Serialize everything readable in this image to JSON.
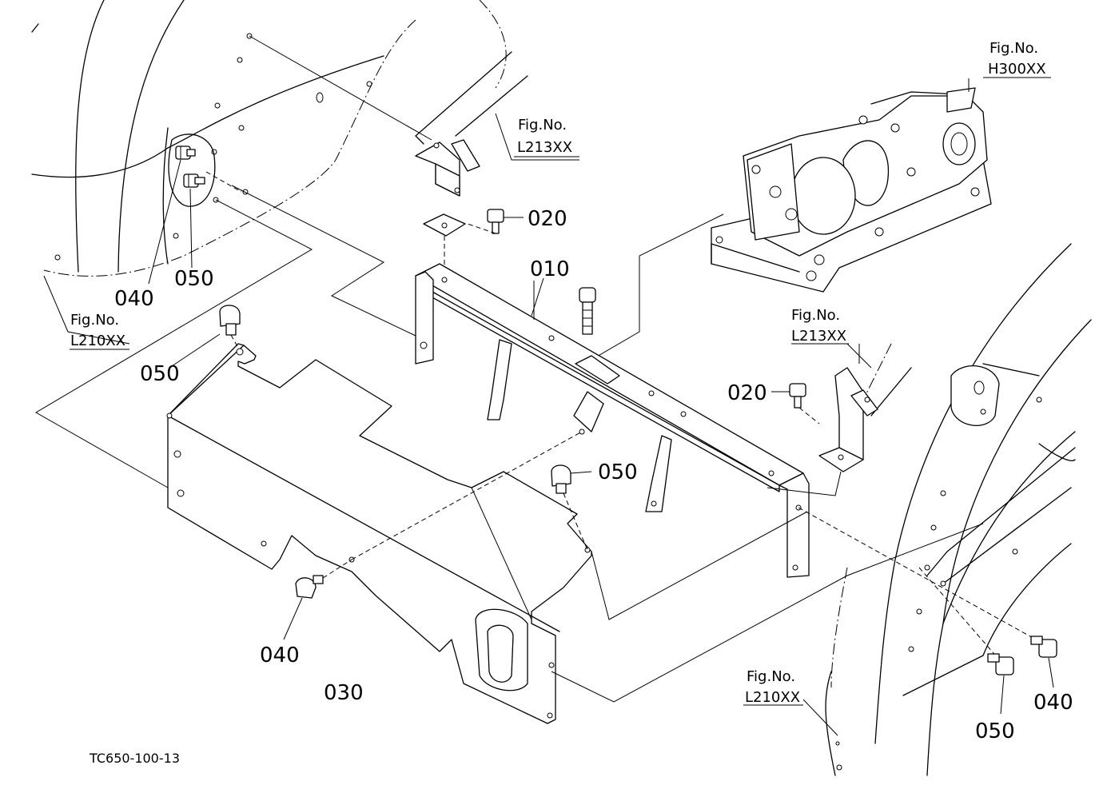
{
  "parts": {
    "p010": "010",
    "p020_a": "020",
    "p020_b": "020",
    "p030": "030",
    "p040_a": "040",
    "p040_b": "040",
    "p040_c": "040",
    "p050_a": "050",
    "p050_b": "050",
    "p050_c": "050",
    "p050_d": "050"
  },
  "fig_refs": {
    "fig_label": "Fig.No.",
    "h300": "H300XX",
    "l213_top": "L213XX",
    "l213_right": "L213XX",
    "l210_left": "L210XX",
    "l210_right": "L210XX"
  },
  "drawing_code": "TC650-100-13"
}
